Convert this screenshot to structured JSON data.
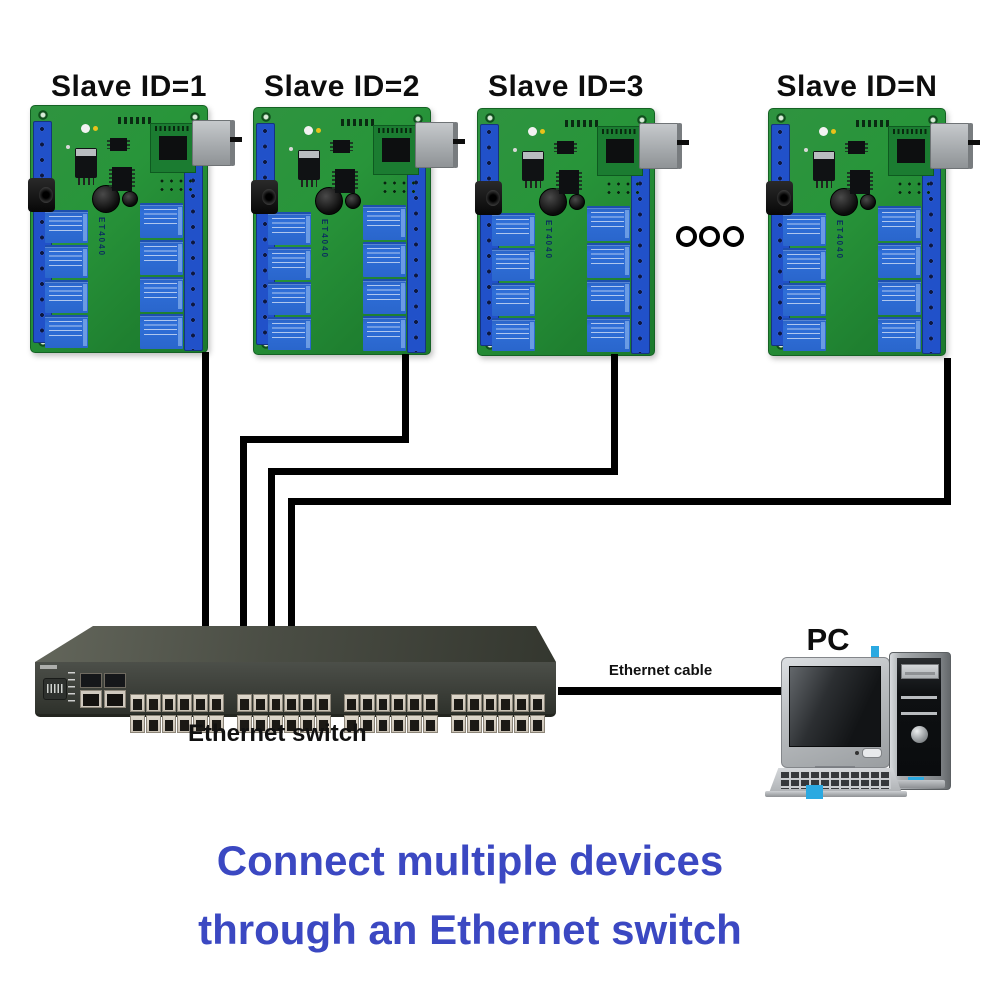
{
  "boards": [
    {
      "label": "Slave ID=1"
    },
    {
      "label": "Slave ID=2"
    },
    {
      "label": "Slave ID=3"
    },
    {
      "label": "Slave ID=N"
    }
  ],
  "pcb": {
    "silkscreen": "ET4040"
  },
  "switch": {
    "label": "Ethernet switch"
  },
  "cable": {
    "label": "Ethernet cable"
  },
  "pc": {
    "label": "PC"
  },
  "caption": {
    "line1": "Connect multiple devices",
    "line2": "through an Ethernet switch"
  },
  "colors": {
    "pcb_green": "#28953a",
    "relay_blue": "#2f6fd9",
    "terminal_blue": "#2151c9",
    "caption_blue": "#3b48c2",
    "accent_cyan": "#2ba9e1",
    "cable_black": "#000000"
  }
}
